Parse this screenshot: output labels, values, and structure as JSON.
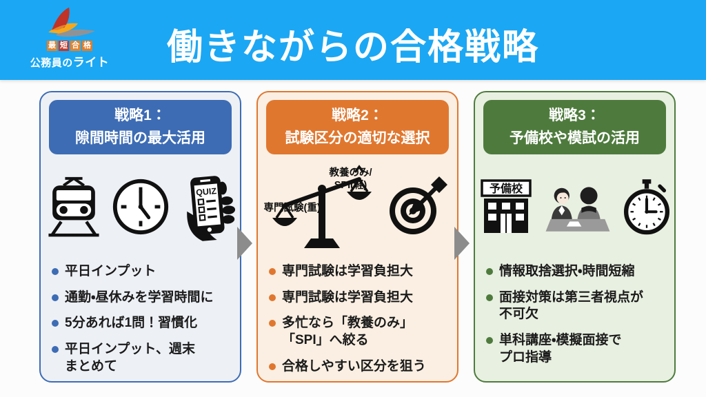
{
  "header": {
    "title": "働きながらの合格戦略",
    "logo": {
      "badges": [
        "最",
        "短",
        "合",
        "格"
      ],
      "brand_prefix": "公務員の",
      "brand_bold": "ライト"
    }
  },
  "colors": {
    "banner_bg": "#1BA7F3",
    "arrow_gray": "#8C8C8C"
  },
  "cards": [
    {
      "title_line1": "戦略1：",
      "title_line2": "隙間時間の最大活用",
      "theme": {
        "main": "#3D6CB4",
        "body_bg": "#EDF0F5"
      },
      "icons": [
        "train-icon",
        "clock-icon",
        "quiz-phone-icon"
      ],
      "quiz_label": "QUIZ",
      "bullets": [
        "平日インプット",
        "通勤・昼休みを学習時間に",
        "5分あれば1問！習慣化",
        "平日インプット、週末\nまとめて"
      ]
    },
    {
      "title_line1": "戦略2：",
      "title_line2": "試験区分の適切な選択",
      "theme": {
        "main": "#E0772F",
        "body_bg": "#FAEFE2"
      },
      "icons": [
        "balance-scale-icon",
        "target-icon"
      ],
      "scale_labels": {
        "left": "専門試験(重)",
        "right": "教養のみ/\nSPI(軽)"
      },
      "bullets": [
        "専門試験は学習負担大",
        "専門試験は学習負担大",
        "多忙なら「教養のみ」\n「SPI」へ絞る",
        "合格しやすい区分を狙う"
      ]
    },
    {
      "title_line1": "戦略3：",
      "title_line2": "予備校や模試の活用",
      "theme": {
        "main": "#4E7B3D",
        "body_bg": "#E8F0E1"
      },
      "icons": [
        "school-building-icon",
        "interview-icon",
        "stopwatch-icon"
      ],
      "school_sign": "予備校",
      "bullets": [
        "情報取捨選択・時間短縮",
        "面接対策は第三者視点が\n不可欠",
        "単科講座・模擬面接で\nプロ指導"
      ]
    }
  ]
}
